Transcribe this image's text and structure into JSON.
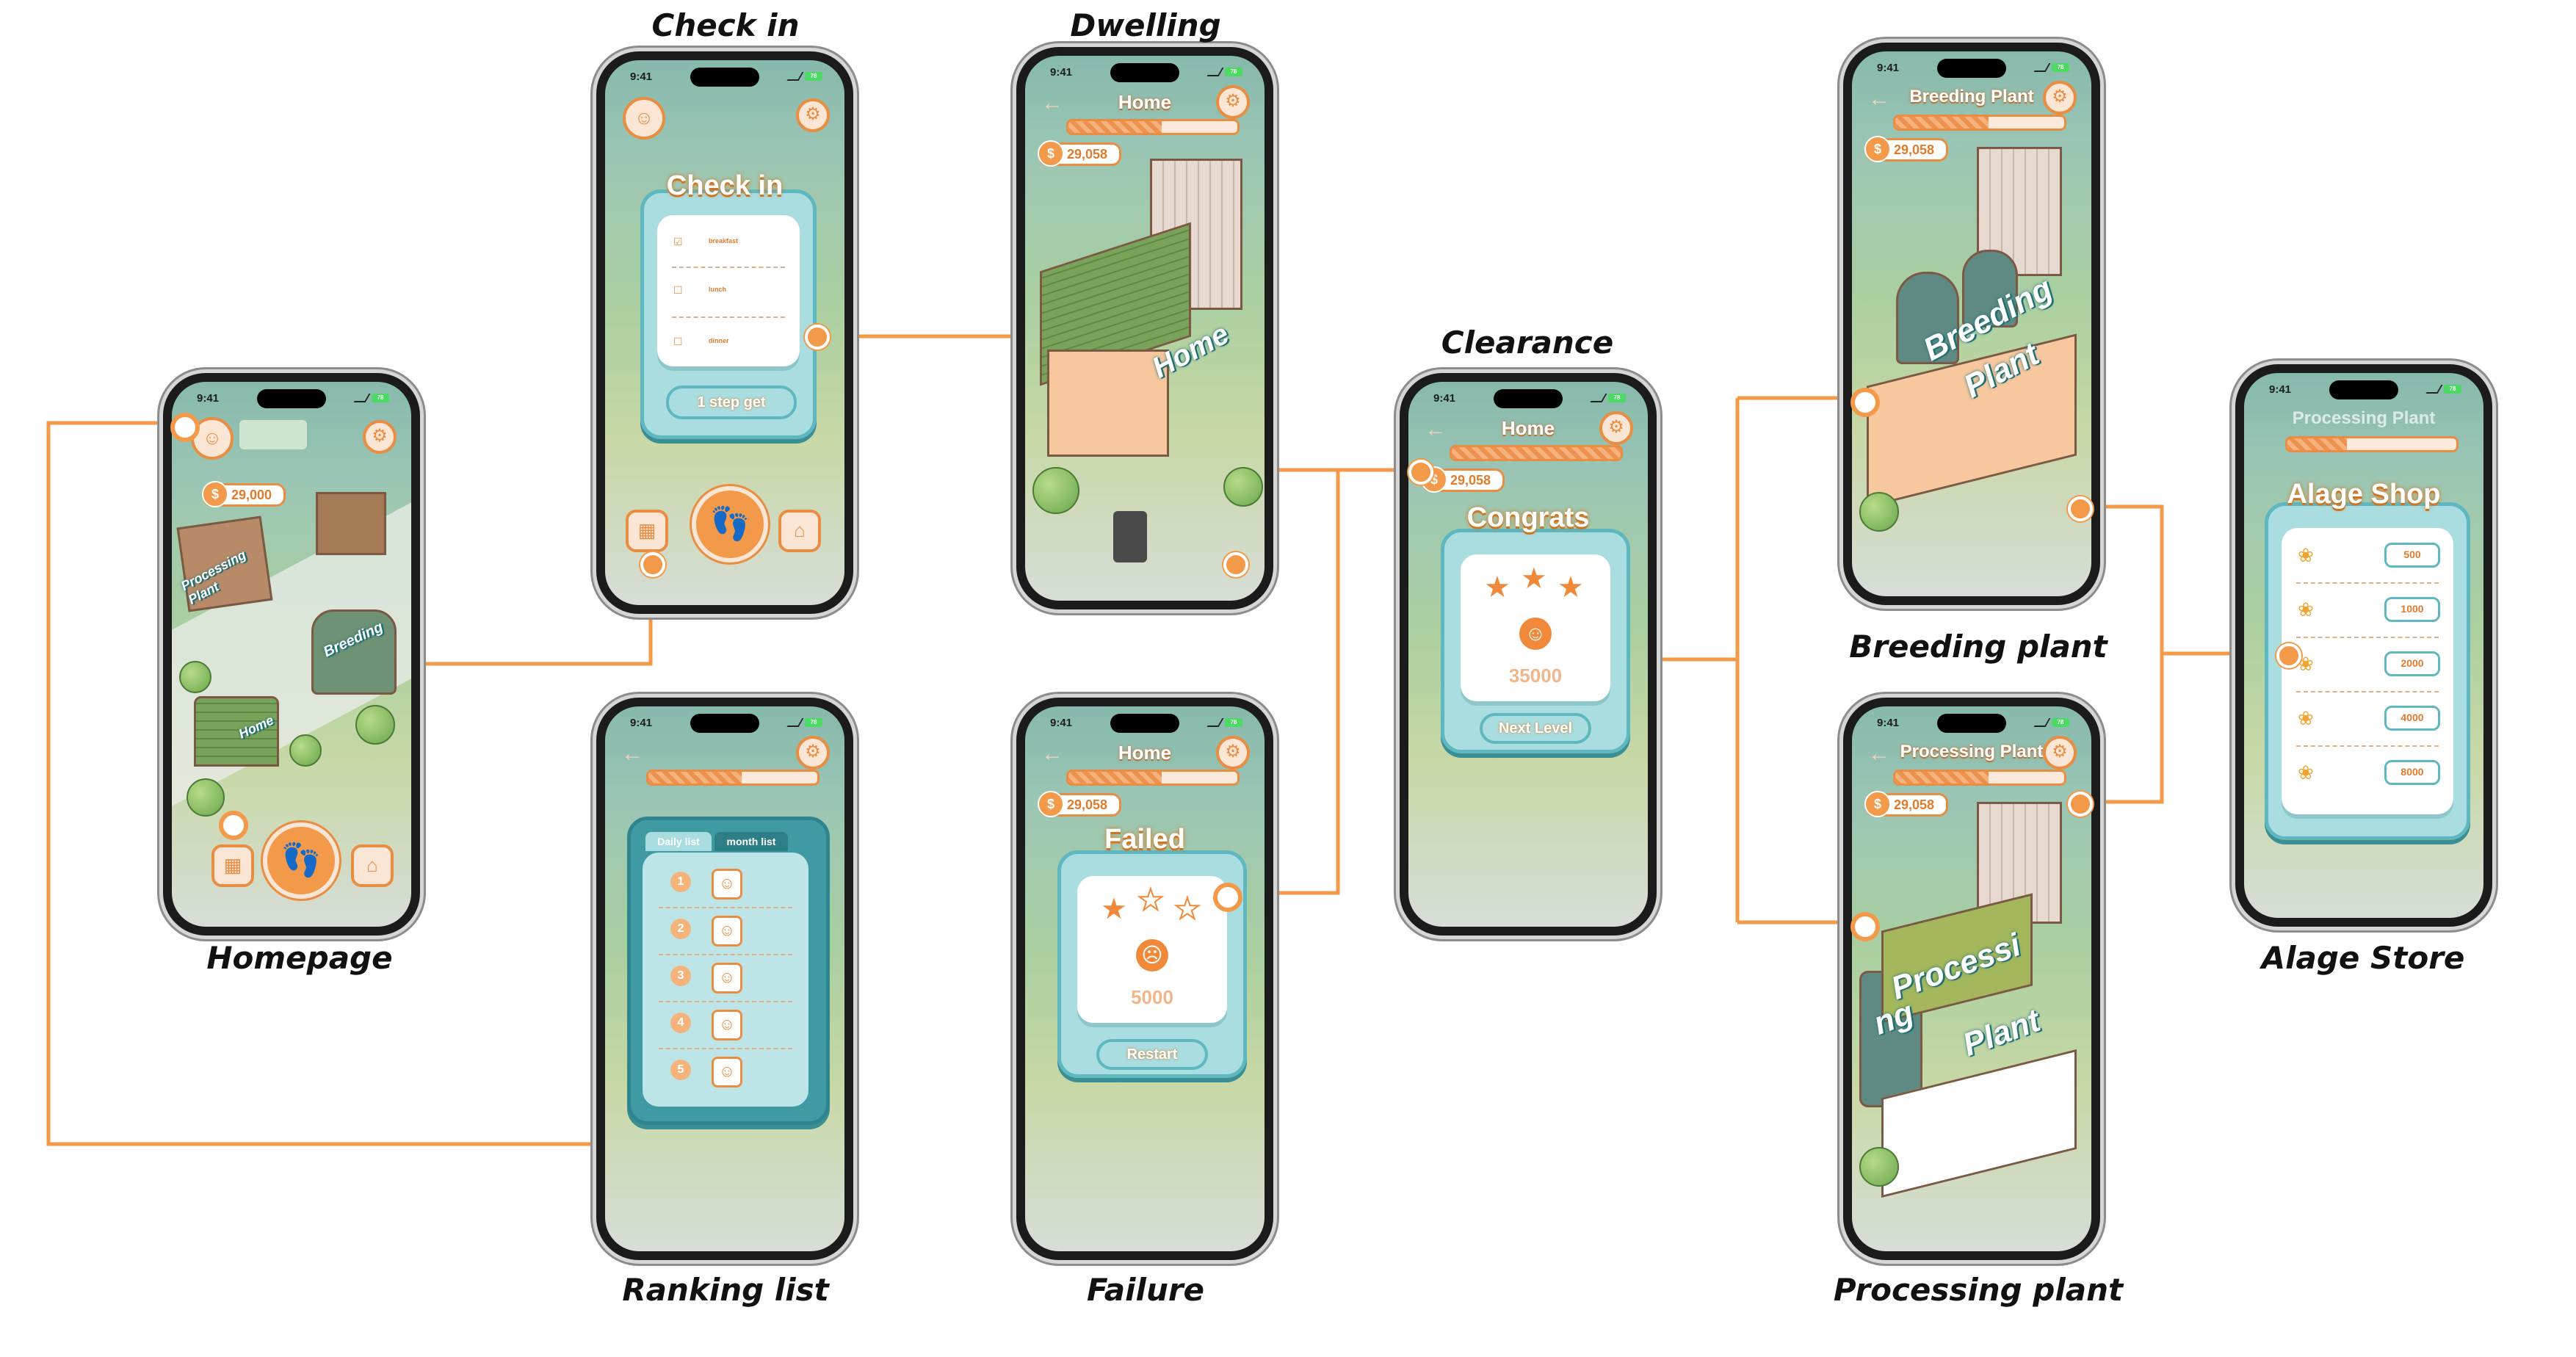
{
  "captions": {
    "homepage": "Homepage",
    "check_in": "Check in",
    "ranking_list": "Ranking list",
    "dwelling": "Dwelling",
    "failure": "Failure",
    "clearance": "Clearance",
    "breeding_plant": "Breeding plant",
    "processing_plant": "Processing plant",
    "alage_store": "Alage Store"
  },
  "status_bar": {
    "time": "9:41",
    "battery": "78"
  },
  "homepage": {
    "coins": "29,000",
    "signs": {
      "processing": "Processing Plant",
      "breeding": "Breeding",
      "home": "Home"
    },
    "icons": [
      "user-icon",
      "gear-icon",
      "calendar-icon",
      "footprints-icon",
      "store-icon"
    ]
  },
  "check_in": {
    "title": "Check in",
    "items": [
      "breakfast",
      "lunch",
      "dinner"
    ],
    "button": "1 step get"
  },
  "ranking": {
    "tabs": [
      "Daily list",
      "month list"
    ],
    "rows": [
      "1",
      "2",
      "3",
      "4",
      "5"
    ]
  },
  "dwelling": {
    "title": "Home",
    "coins": "29,058",
    "sign": "Home",
    "progress": 0.55
  },
  "failure": {
    "title": "Home",
    "coins": "29,058",
    "dialog": "Failed",
    "score": "5000",
    "button": "Restart"
  },
  "clearance": {
    "title": "Home",
    "coins": "29,058",
    "dialog": "Congrats",
    "score": "35000",
    "button": "Next Level"
  },
  "breeding": {
    "title": "Breeding Plant",
    "coins": "29,058",
    "sign_line1": "Breeding",
    "sign_line2": "Plant"
  },
  "processing": {
    "title": "Processing Plant",
    "coins": "29,058",
    "sign_line1": "Processi",
    "sign_line2": "ng",
    "sign_line3": "Plant"
  },
  "store": {
    "title": "Processing Plant",
    "dialog": "Alage Shop",
    "prices": [
      "500",
      "1000",
      "2000",
      "4000",
      "8000"
    ]
  },
  "colors": {
    "accent": "#f2994a",
    "teal": "#5fb7bf",
    "dialog_bg": "#a9dde0"
  }
}
